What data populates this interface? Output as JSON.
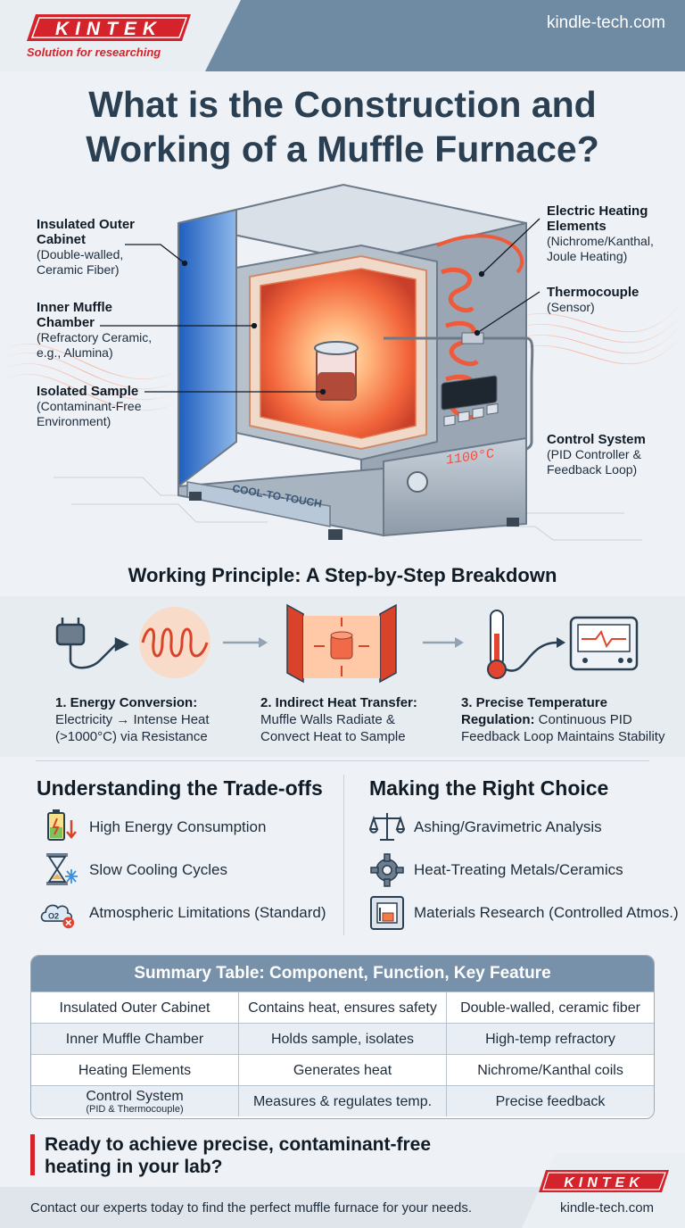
{
  "brand": {
    "logo_text": "KINTEK",
    "tagline": "Solution for researching",
    "site": "kindle-tech.com",
    "red": "#d4232b"
  },
  "title": {
    "line1": "What is the Construction and",
    "line2": "Working of a Muffle Furnace?"
  },
  "diagram": {
    "labels": [
      {
        "title": "Insulated Outer",
        "title2": "Cabinet",
        "desc1": "(Double-walled,",
        "desc2": "Ceramic Fiber)"
      },
      {
        "title": "Inner Muffle",
        "title2": "Chamber",
        "desc1": "(Refractory Ceramic,",
        "desc2": "e.g., Alumina)"
      },
      {
        "title": "Isolated Sample",
        "title2": "",
        "desc1": "(Contaminant-Free",
        "desc2": "Environment)"
      },
      {
        "title": "Electric Heating",
        "title2": "Elements",
        "desc1": "(Nichrome/Kanthal,",
        "desc2": "Joule Heating)"
      },
      {
        "title": "Thermocouple",
        "title2": "",
        "desc1": "(Sensor)",
        "desc2": ""
      },
      {
        "title": "Control System",
        "title2": "",
        "desc1": "(PID Controller &",
        "desc2": "Feedback Loop)"
      }
    ],
    "display_temp": "1100°C",
    "cabinet_text": "COOL-TO-TOUCH"
  },
  "working": {
    "title": "Working Principle: A Step-by-Step Breakdown",
    "steps": [
      {
        "head": "1. Energy Conversion:",
        "l2": "Electricity → Intense Heat",
        "l3": "(>1000°C) via Resistance"
      },
      {
        "head": "2. Indirect Heat Transfer:",
        "l2": "Muffle Walls Radiate &",
        "l3": "Convect Heat to Sample"
      },
      {
        "head": "3. Precise Temperature",
        "head2": "Regulation:",
        "l2rest": " Continuous PID",
        "l3": "Feedback Loop Maintains Stability"
      }
    ]
  },
  "tradeoffs": {
    "title": "Understanding the Trade-offs",
    "items": [
      "High Energy Consumption",
      "Slow Cooling Cycles",
      "Atmospheric Limitations (Standard)"
    ],
    "o2_label": "O2"
  },
  "choice": {
    "title": "Making the Right Choice",
    "items": [
      "Ashing/Gravimetric Analysis",
      "Heat-Treating Metals/Ceramics",
      "Materials Research (Controlled Atmos.)"
    ]
  },
  "table": {
    "title": "Summary Table: Component, Function, Key Feature",
    "rows": [
      {
        "c1": "Insulated Outer Cabinet",
        "c2": "Contains heat, ensures safety",
        "c3": "Double-walled, ceramic fiber"
      },
      {
        "c1": "Inner Muffle Chamber",
        "c2": "Holds sample, isolates",
        "c3": "High-temp refractory"
      },
      {
        "c1": "Heating Elements",
        "c2": "Generates heat",
        "c3": "Nichrome/Kanthal coils"
      },
      {
        "c1": "Control System",
        "c1sub": "(PID & Thermocouple)",
        "c2": "Measures & regulates temp.",
        "c3": "Precise feedback"
      }
    ]
  },
  "cta": {
    "line1": "Ready to achieve precise, contaminant-free",
    "line2": "heating in your lab?",
    "footer": "Contact our experts today to find the perfect muffle furnace for your needs."
  }
}
